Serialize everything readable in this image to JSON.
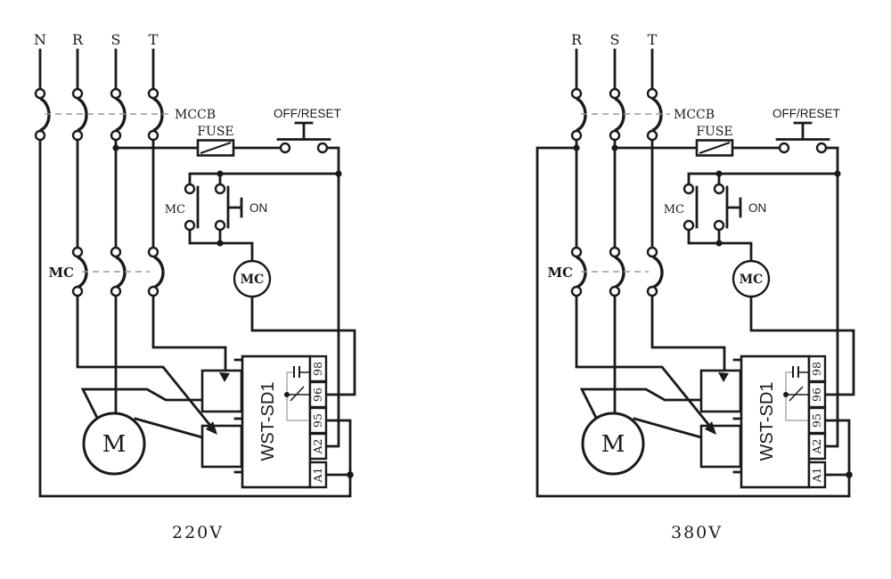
{
  "colors": {
    "ink": "#1a1a1a",
    "dashed_link": "#9a9a9a",
    "relay_internal": "#aaaaaa",
    "background": "#ffffff"
  },
  "left_diagram": {
    "voltage_label": "220V",
    "phases": [
      "N",
      "R",
      "S",
      "T"
    ],
    "breaker_label": "MCCB",
    "fuse_label": "FUSE",
    "off_button_label": "OFF/RESET",
    "on_button_label": "ON",
    "contactor_label": "MC",
    "aux_contact_label": "MC",
    "coil_label": "MC",
    "motor_label": "M",
    "relay_model": "WST-SD1",
    "relay_terminals": [
      "98",
      "96",
      "95",
      "A2",
      "A1"
    ]
  },
  "right_diagram": {
    "voltage_label": "380V",
    "phases": [
      "R",
      "S",
      "T"
    ],
    "breaker_label": "MCCB",
    "fuse_label": "FUSE",
    "off_button_label": "OFF/RESET",
    "on_button_label": "ON",
    "contactor_label": "MC",
    "aux_contact_label": "MC",
    "coil_label": "MC",
    "motor_label": "M",
    "relay_model": "WST-SD1",
    "relay_terminals": [
      "98",
      "96",
      "95",
      "A2",
      "A1"
    ]
  }
}
